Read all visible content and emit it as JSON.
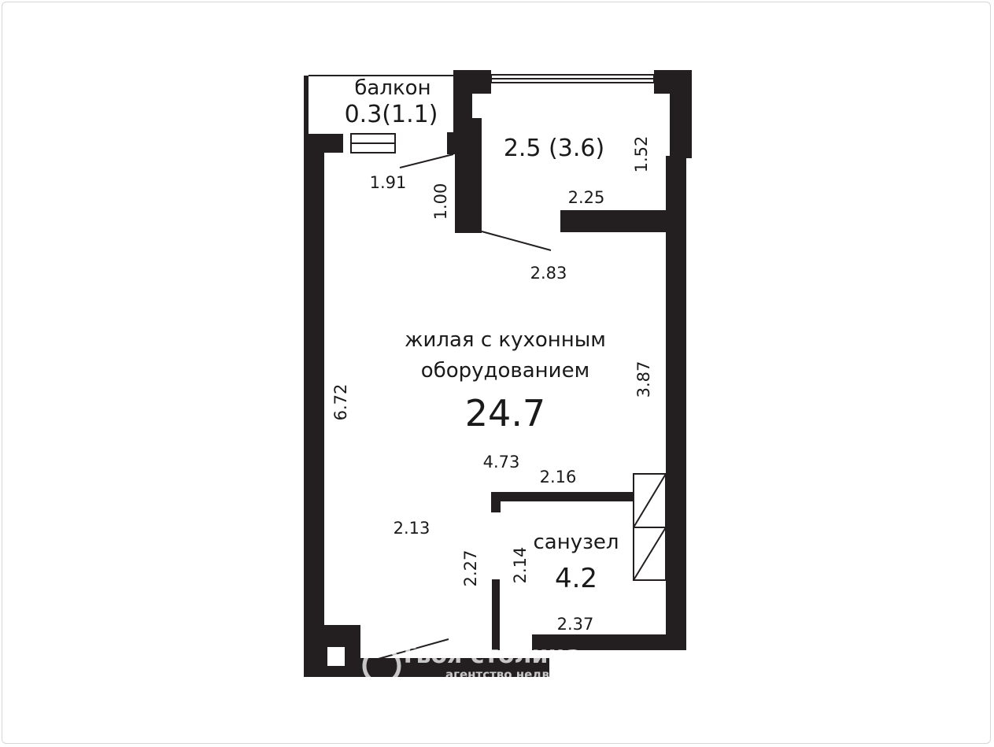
{
  "plan": {
    "balcony": {
      "name": "балкон",
      "area": "0.3(1.1)"
    },
    "loggia": {
      "area": "2.5 (3.6)"
    },
    "living": {
      "name_line1": "жилая с кухонным",
      "name_line2": "оборудованием",
      "area": "24.7"
    },
    "bathroom": {
      "name": "санузел",
      "area": "4.2"
    },
    "dimensions": {
      "d191": "1.91",
      "d100": "1.00",
      "d152": "1.52",
      "d225": "2.25",
      "d283": "2.83",
      "d387": "3.87",
      "d672": "6.72",
      "d473": "4.73",
      "d216": "2.16",
      "d213": "2.13",
      "d227": "2.27",
      "d214": "2.14",
      "d237": "2.37"
    },
    "watermark": {
      "brand": "Твоя столица",
      "subtitle": "агентство недвижимости"
    }
  },
  "colors": {
    "wall": "#231f20",
    "line": "#231f20",
    "background": "#ffffff"
  }
}
